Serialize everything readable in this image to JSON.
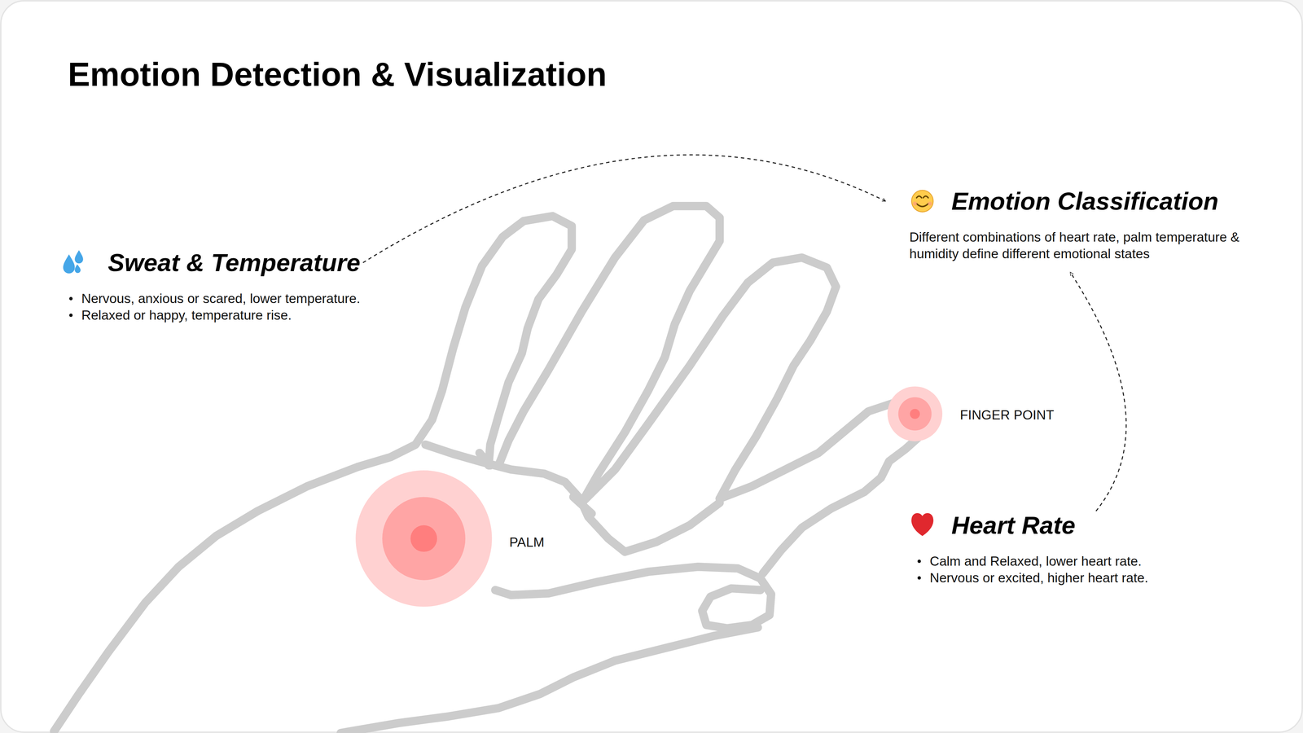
{
  "diagram": {
    "title": "Emotion Detection & Visualization",
    "nodes": [
      {
        "text": [
          "Sweat & Temperature",
          "Nervous, anxious or scared, lower temperature.",
          "Relaxed or happy, temperature rise."
        ]
      },
      {
        "text": [
          "Emotion Classification",
          "Different combinations of heart rate, palm temperature & humidity define different emotional states"
        ]
      },
      {
        "text": [
          "Heart Rate",
          "Calm and Relaxed, lower heart rate.",
          "Nervous or excited, higher heart rate."
        ]
      }
    ],
    "edges": [
      {
        "from": 0,
        "to": 1,
        "arrow": "to"
      },
      {
        "from": 2,
        "to": 1,
        "arrow": "to"
      }
    ],
    "labels": [
      "PALM",
      "FINGER POINT"
    ]
  }
}
